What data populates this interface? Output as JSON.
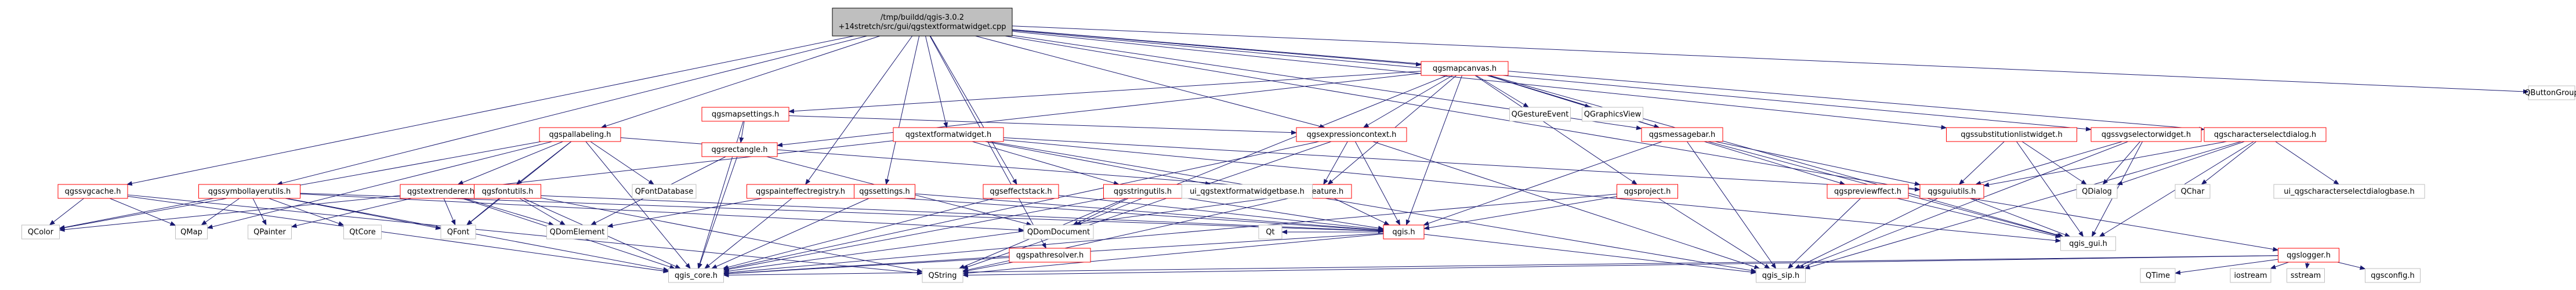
{
  "graph": {
    "root": "root",
    "colors": {
      "root_fill": "#bfbfbf",
      "edge": "#191970",
      "border_red": "#ff0000",
      "border_gray": "#bfbfbf",
      "node_fill": "#ffffff"
    },
    "nodes": {
      "root": {
        "label": "/tmp/buildd/qgis-3.0.2\n+14stretch/src/gui/qgstextformatwidget.cpp",
        "style": "root"
      },
      "qgsmapcanvas_h": {
        "label": "qgsmapcanvas.h",
        "style": "red"
      },
      "qbuttongroup": {
        "label": "QButtonGroup",
        "style": "gray"
      },
      "qgsmapsettings_h": {
        "label": "qgsmapsettings.h",
        "style": "red"
      },
      "qgstextformatwidget_h": {
        "label": "qgstextformatwidget.h",
        "style": "red"
      },
      "qgsexpressioncontext_h": {
        "label": "qgsexpressioncontext.h",
        "style": "red"
      },
      "qgsmessagebar_h": {
        "label": "qgsmessagebar.h",
        "style": "red"
      },
      "qgssubstitutionlistwidget_h": {
        "label": "qgssubstitutionlistwidget.h",
        "style": "red"
      },
      "qgssvgselectorwidget_h": {
        "label": "qgssvgselectorwidget.h",
        "style": "red"
      },
      "qgscharacterselectdialog_h": {
        "label": "qgscharacterselectdialog.h",
        "style": "red"
      },
      "qgspallabeling_h": {
        "label": "qgspallabeling.h",
        "style": "red"
      },
      "qgsrectangle_h": {
        "label": "qgsrectangle.h",
        "style": "red"
      },
      "qgestureevent": {
        "label": "QGestureEvent",
        "style": "gray"
      },
      "qgraphicsview": {
        "label": "QGraphicsView",
        "style": "gray"
      },
      "qgssvgcache_h": {
        "label": "qgssvgcache.h",
        "style": "red"
      },
      "qgssymbollayerutils_h": {
        "label": "qgssymbollayerutils.h",
        "style": "red"
      },
      "qgstextrenderer_h": {
        "label": "qgstextrenderer.h",
        "style": "red"
      },
      "qgsfontutils_h": {
        "label": "qgsfontutils.h",
        "style": "red"
      },
      "qgspainteffectregistry_h": {
        "label": "qgspainteffectregistry.h",
        "style": "red"
      },
      "qgssettings_h": {
        "label": "qgssettings.h",
        "style": "red"
      },
      "qgseffectstack_h": {
        "label": "qgseffectstack.h",
        "style": "red"
      },
      "qgsstringutils_h": {
        "label": "qgsstringutils.h",
        "style": "red"
      },
      "qgsfeature_h": {
        "label": "qgsfeature.h",
        "style": "red"
      },
      "qfontdatabase": {
        "label": "QFontDatabase",
        "style": "gray"
      },
      "ui_textformat": {
        "label": "ui_qgstextformatwidgetbase.h",
        "style": "gray"
      },
      "qgsproject_h": {
        "label": "qgsproject.h",
        "style": "red"
      },
      "qgsguiutils_h": {
        "label": "qgsguiutils.h",
        "style": "red"
      },
      "qgspreviewffect_h": {
        "label": "qgspreviewffect.h",
        "style": "red"
      },
      "qdialog": {
        "label": "QDialog",
        "style": "gray"
      },
      "qchar": {
        "label": "QChar",
        "style": "gray"
      },
      "ui_charselect": {
        "label": "ui_qgscharacterselectdialogbase.h",
        "style": "gray"
      },
      "qcolor": {
        "label": "QColor",
        "style": "gray"
      },
      "qmap": {
        "label": "QMap",
        "style": "gray"
      },
      "qpainter": {
        "label": "QPainter",
        "style": "gray"
      },
      "qcore": {
        "label": "QtCore",
        "style": "gray"
      },
      "qfont": {
        "label": "QFont",
        "style": "gray"
      },
      "qdomelement": {
        "label": "QDomElement",
        "style": "gray"
      },
      "qdomdocument": {
        "label": "QDomDocument",
        "style": "gray"
      },
      "qgis_h": {
        "label": "qgis.h",
        "style": "red"
      },
      "qt": {
        "label": "Qt",
        "style": "gray"
      },
      "qgis_gui_h": {
        "label": "qgis_gui.h",
        "style": "gray"
      },
      "qgspathresolver_h": {
        "label": "qgspathresolver.h",
        "style": "red"
      },
      "qgslogger_h": {
        "label": "qgslogger.h",
        "style": "red"
      },
      "qgis_core_h": {
        "label": "qgis_core.h",
        "style": "gray"
      },
      "qstring": {
        "label": "QString",
        "style": "gray"
      },
      "qgis_sip_h": {
        "label": "qgis_sip.h",
        "style": "gray"
      },
      "qtime": {
        "label": "QTime",
        "style": "gray"
      },
      "iostream": {
        "label": "iostream",
        "style": "gray"
      },
      "sstream": {
        "label": "sstream",
        "style": "gray"
      },
      "qgsconfig_h": {
        "label": "qgsconfig.h",
        "style": "gray"
      }
    },
    "edges": [
      [
        "root",
        "qgsmapcanvas_h"
      ],
      [
        "root",
        "qbuttongroup"
      ],
      [
        "root",
        "qgstextformatwidget_h"
      ],
      [
        "root",
        "qgspallabeling_h"
      ],
      [
        "root",
        "qgssvgcache_h"
      ],
      [
        "root",
        "qgssymbollayerutils_h"
      ],
      [
        "root",
        "qgspainteffectregistry_h"
      ],
      [
        "root",
        "qgseffectstack_h"
      ],
      [
        "root",
        "qgssettings_h"
      ],
      [
        "root",
        "qgsmessagebar_h"
      ],
      [
        "root",
        "qgssubstitutionlistwidget_h"
      ],
      [
        "root",
        "qgssvgselectorwidget_h"
      ],
      [
        "root",
        "qgscharacterselectdialog_h"
      ],
      [
        "root",
        "qgslogger_h"
      ],
      [
        "root",
        "qgspathresolver_h"
      ],
      [
        "root",
        "qgsexpressioncontext_h"
      ],
      [
        "qgsmapcanvas_h",
        "qgsmapsettings_h"
      ],
      [
        "qgsmapcanvas_h",
        "qgsrectangle_h"
      ],
      [
        "qgsmapcanvas_h",
        "qgsexpressioncontext_h"
      ],
      [
        "qgsmapcanvas_h",
        "qgestureevent"
      ],
      [
        "qgsmapcanvas_h",
        "qgraphicsview"
      ],
      [
        "qgsmapcanvas_h",
        "qgsmessagebar_h"
      ],
      [
        "qgsmapcanvas_h",
        "qgsproject_h"
      ],
      [
        "qgsmapcanvas_h",
        "qgsfeature_h"
      ],
      [
        "qgsmapcanvas_h",
        "qgis_h"
      ],
      [
        "qgsmapcanvas_h",
        "qgis_gui_h"
      ],
      [
        "qgsmapcanvas_h",
        "qdomdocument"
      ],
      [
        "qgsmapcanvas_h",
        "qgspreviewffect_h"
      ],
      [
        "qgsmapsettings_h",
        "qgsrectangle_h"
      ],
      [
        "qgsmapsettings_h",
        "qgis_core_h"
      ],
      [
        "qgsmapsettings_h",
        "qgsexpressioncontext_h"
      ],
      [
        "qgsrectangle_h",
        "qgis_core_h"
      ],
      [
        "qgsrectangle_h",
        "qdomdocument"
      ],
      [
        "qgsrectangle_h",
        "qdomelement"
      ],
      [
        "qgstextformatwidget_h",
        "ui_textformat"
      ],
      [
        "qgstextformatwidget_h",
        "qgstextrenderer_h"
      ],
      [
        "qgstextformatwidget_h",
        "qgsstringutils_h"
      ],
      [
        "qgstextformatwidget_h",
        "qgis_gui_h"
      ],
      [
        "qgstextformatwidget_h",
        "qgsguiutils_h"
      ],
      [
        "qgstextformatwidget_h",
        "qgis_sip_h"
      ],
      [
        "qgspallabeling_h",
        "qgstextrenderer_h"
      ],
      [
        "qgspallabeling_h",
        "qgsfeature_h"
      ],
      [
        "qgspallabeling_h",
        "qcolor"
      ],
      [
        "qgspallabeling_h",
        "qfont"
      ],
      [
        "qgspallabeling_h",
        "qfontdatabase"
      ],
      [
        "qgspallabeling_h",
        "qgis_core_h"
      ],
      [
        "qgspallabeling_h",
        "qgsfontutils_h"
      ],
      [
        "qgspallabeling_h",
        "qmap"
      ],
      [
        "qgssvgcache_h",
        "qcolor"
      ],
      [
        "qgssvgcache_h",
        "qmap"
      ],
      [
        "qgssvgcache_h",
        "qgis_core_h"
      ],
      [
        "qgssvgcache_h",
        "qstring"
      ],
      [
        "qgssymbollayerutils_h",
        "qmap"
      ],
      [
        "qgssymbollayerutils_h",
        "qpainter"
      ],
      [
        "qgssymbollayerutils_h",
        "qcore"
      ],
      [
        "qgssymbollayerutils_h",
        "qfont"
      ],
      [
        "qgssymbollayerutils_h",
        "qcolor"
      ],
      [
        "qgssymbollayerutils_h",
        "qgis_core_h"
      ],
      [
        "qgssymbollayerutils_h",
        "qgis_h"
      ],
      [
        "qgssymbollayerutils_h",
        "qdomdocument"
      ],
      [
        "qgstextrenderer_h",
        "qgis_core_h"
      ],
      [
        "qgstextrenderer_h",
        "qcolor"
      ],
      [
        "qgstextrenderer_h",
        "qpainter"
      ],
      [
        "qgstextrenderer_h",
        "qfont"
      ],
      [
        "qgstextrenderer_h",
        "qgis_h"
      ],
      [
        "qgstextrenderer_h",
        "qdomelement"
      ],
      [
        "qgsfontutils_h",
        "qfont"
      ],
      [
        "qgsfontutils_h",
        "qdomelement"
      ],
      [
        "qgsfontutils_h",
        "qgis_core_h"
      ],
      [
        "qgsfontutils_h",
        "qstring"
      ],
      [
        "qgspainteffectregistry_h",
        "qgis_core_h"
      ],
      [
        "qgspainteffectregistry_h",
        "qgis_h"
      ],
      [
        "qgspainteffectregistry_h",
        "qdomelement"
      ],
      [
        "qgssettings_h",
        "qgis_core_h"
      ],
      [
        "qgssettings_h",
        "qgis_h"
      ],
      [
        "qgseffectstack_h",
        "qgis_core_h"
      ],
      [
        "qgseffectstack_h",
        "qgis_h"
      ],
      [
        "qgsstringutils_h",
        "qgis_core_h"
      ],
      [
        "qgsstringutils_h",
        "qgis_h"
      ],
      [
        "qgsstringutils_h",
        "qstring"
      ],
      [
        "qgsstringutils_h",
        "qdomdocument"
      ],
      [
        "qgsfeature_h",
        "qgis_core_h"
      ],
      [
        "qgsfeature_h",
        "qgis_h"
      ],
      [
        "qgsfeature_h",
        "qstring"
      ],
      [
        "qgsexpressioncontext_h",
        "qgsfeature_h"
      ],
      [
        "qgsexpressioncontext_h",
        "qgis_h"
      ],
      [
        "qgsexpressioncontext_h",
        "qgis_core_h"
      ],
      [
        "qgsexpressioncontext_h",
        "qgis_sip_h"
      ],
      [
        "qgsexpressioncontext_h",
        "qstring"
      ],
      [
        "qgsmessagebar_h",
        "qgis_gui_h"
      ],
      [
        "qgsmessagebar_h",
        "qgsguiutils_h"
      ],
      [
        "qgsmessagebar_h",
        "qgis_h"
      ],
      [
        "qgsmessagebar_h",
        "qgis_sip_h"
      ],
      [
        "qgsproject_h",
        "qgis_h"
      ],
      [
        "qgsproject_h",
        "qgis_core_h"
      ],
      [
        "qgsproject_h",
        "qgis_sip_h"
      ],
      [
        "qgssubstitutionlistwidget_h",
        "qdialog"
      ],
      [
        "qgssubstitutionlistwidget_h",
        "qgis_gui_h"
      ],
      [
        "qgssubstitutionlistwidget_h",
        "qgsguiutils_h"
      ],
      [
        "qgssvgselectorwidget_h",
        "qgis_gui_h"
      ],
      [
        "qgssvgselectorwidget_h",
        "qdialog"
      ],
      [
        "qgssvgselectorwidget_h",
        "qgsguiutils_h"
      ],
      [
        "qgssvgselectorwidget_h",
        "qgis_sip_h"
      ],
      [
        "qgscharacterselectdialog_h",
        "ui_charselect"
      ],
      [
        "qgscharacterselectdialog_h",
        "qchar"
      ],
      [
        "qgscharacterselectdialog_h",
        "qdialog"
      ],
      [
        "qgscharacterselectdialog_h",
        "qgis_gui_h"
      ],
      [
        "qgscharacterselectdialog_h",
        "qgsguiutils_h"
      ],
      [
        "qgscharacterselectdialog_h",
        "qgis_sip_h"
      ],
      [
        "qgspreviewffect_h",
        "qgis_gui_h"
      ],
      [
        "qgspreviewffect_h",
        "qgis_sip_h"
      ],
      [
        "qgsguiutils_h",
        "qgis_gui_h"
      ],
      [
        "qgsguiutils_h",
        "qgis_sip_h"
      ],
      [
        "qgis_h",
        "qt"
      ],
      [
        "qgis_h",
        "qgis_core_h"
      ],
      [
        "qgis_h",
        "qgis_sip_h"
      ],
      [
        "qgis_h",
        "qstring"
      ],
      [
        "qgspathresolver_h",
        "qgis_core_h"
      ],
      [
        "qgspathresolver_h",
        "qstring"
      ],
      [
        "qgslogger_h",
        "iostream"
      ],
      [
        "qgslogger_h",
        "sstream"
      ],
      [
        "qgslogger_h",
        "qstring"
      ],
      [
        "qgslogger_h",
        "qtime"
      ],
      [
        "qgslogger_h",
        "qgis_core_h"
      ],
      [
        "qgslogger_h",
        "qgsconfig_h"
      ]
    ]
  }
}
